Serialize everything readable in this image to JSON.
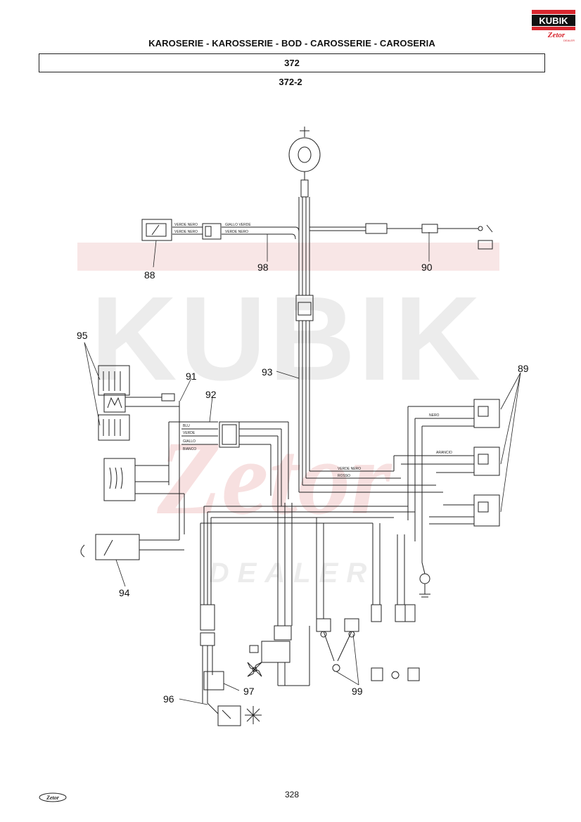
{
  "header": {
    "title": "KAROSERIE - KAROSSERIE - BOD    - CAROSSERIE - CAROSERIA",
    "group_code": "372",
    "subgroup_code": "372-2"
  },
  "logo": {
    "text": "KUBIK",
    "sub_text": "Zetor",
    "tag": "DEALER",
    "colors": {
      "red": "#d8262e",
      "black": "#111111"
    }
  },
  "watermark": {
    "text": "KUBIK",
    "sub_text": "Zetor",
    "tag": "DEALER",
    "color": "#e9e9e9",
    "accent_color": "#f6dede"
  },
  "callouts": [
    "88",
    "98",
    "90",
    "95",
    "91",
    "92",
    "93",
    "89",
    "94",
    "96",
    "97",
    "99"
  ],
  "wire_labels": {
    "harness_98_top": "GIALLO VERDE",
    "harness_98_bottom": "VERDE NERO",
    "switch_88_top": "VERDE NERO",
    "switch_88_bottom": "VERDE NERO",
    "mid_a": "BLU",
    "mid_b": "VERDE",
    "mid_c": "GIALLO",
    "mid_d": "BIANCO",
    "relay_a": "NERO",
    "relay_b": "ARANCIO",
    "relay_c": "VERDE NERO",
    "relay_d": "ROSSO"
  },
  "footer": {
    "page_number": "328",
    "brand": "Zetor"
  }
}
